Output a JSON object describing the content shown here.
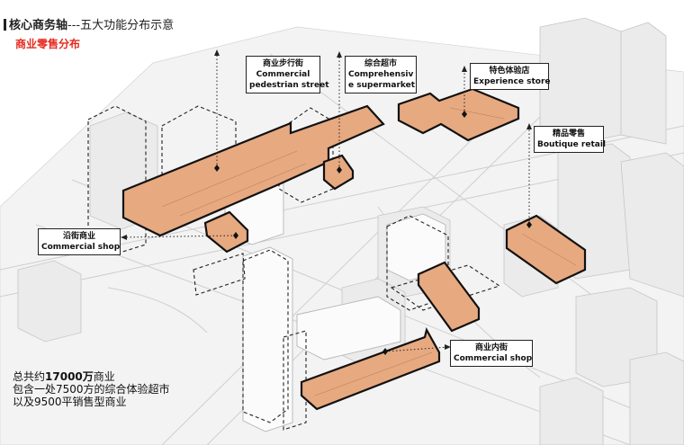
{
  "header": {
    "title_bold": "核心商务轴",
    "title_rest": "---五大功能分布示意",
    "subtitle": "商业零售分布"
  },
  "labels": {
    "commercial_street": {
      "zh": "商业步行街",
      "en1": "Commercial",
      "en2": "pedestrian street"
    },
    "supermarket": {
      "zh": "综合超市",
      "en1": "Comprehensiv",
      "en2": "e supermarket"
    },
    "experience_store": {
      "zh": "特色体验店",
      "en1": "Experience store"
    },
    "boutique_retail": {
      "zh": "精品零售",
      "en1": "Boutique retail"
    },
    "commercial_shop_street": {
      "zh": "沿街商业",
      "en1": "Commercial shop"
    },
    "commercial_shop_inner": {
      "zh": "商业内街",
      "en1": "Commercial shop"
    }
  },
  "notes": {
    "line1_prefix": "总共约",
    "line1_bold": "17000万",
    "line1_suffix": "商业",
    "line2": "包含一处7500方的综合体验超市",
    "line3": "以及9500平销售型商业"
  },
  "colors": {
    "retail_fill": "#e7a980",
    "outline": "#111111",
    "accent_red": "#e62a1e",
    "building": "#ececec"
  }
}
